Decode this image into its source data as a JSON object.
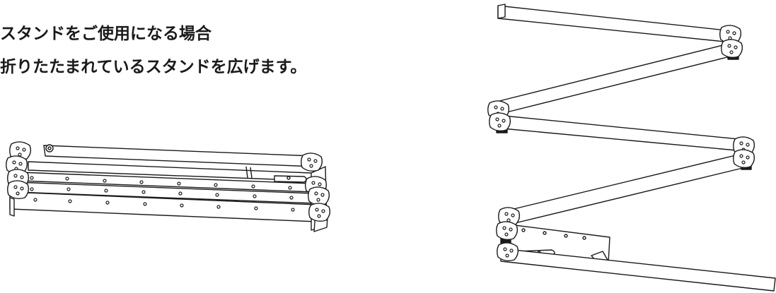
{
  "instructions": {
    "line1": "スタンドをご使用になる場合",
    "line2": "折りたたまれているスタンドを広げます。"
  },
  "figures": {
    "folded_stand": "folded-stand-illustration",
    "unfolded_stand": "unfolded-stand-illustration"
  },
  "colors": {
    "text": "#1a1a1a",
    "line_art": "#1a1a1a",
    "background": "#ffffff"
  }
}
